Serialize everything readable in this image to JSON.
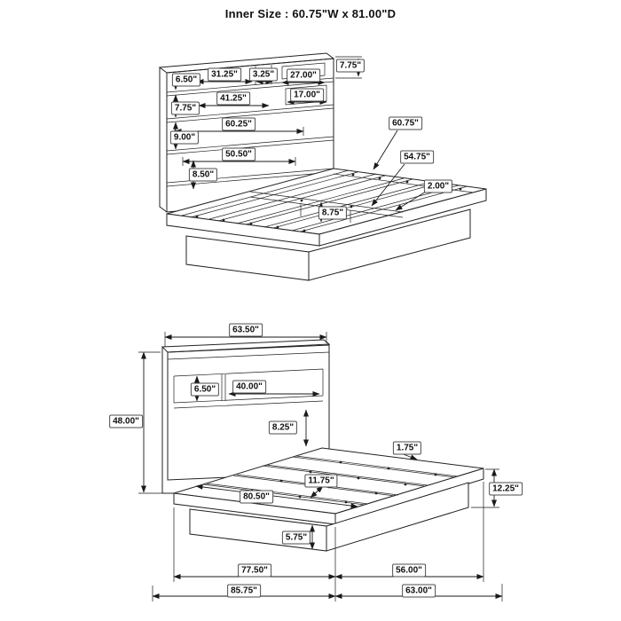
{
  "title": "Inner Size : 60.75\"W x 81.00\"D",
  "colors": {
    "line": "#222222",
    "label_border": "#4d4d4d",
    "background": "#ffffff"
  },
  "front_view": {
    "labels": {
      "headboard_right_height": "7.75\"",
      "top_shelf_height": "6.50\"",
      "top_shelf_left_width": "31.25\"",
      "top_shelf_divider": "3.25\"",
      "top_shelf_right_width": "27.00\"",
      "second_board_width": "41.25\"",
      "right_cubby_width": "17.00\"",
      "second_board_height": "7.75\"",
      "third_board_height": "9.00\"",
      "third_board_width": "60.25\"",
      "lower_panel_width": "50.50\"",
      "lower_panel_height": "8.50\"",
      "inner_width_callout": "60.75\"",
      "slat_length_callout": "54.75\"",
      "rail_thickness": "2.00\"",
      "slat_spacing": "8.75\""
    }
  },
  "side_view": {
    "labels": {
      "headboard_width": "63.50\"",
      "headboard_height": "48.00\"",
      "shelf_opening_height": "6.50\"",
      "shelf_opening_width": "40.00\"",
      "shelf_to_platform": "8.25\"",
      "rail_lip_height": "1.75\"",
      "slat_spacing": "11.75\"",
      "slat_length": "80.50\"",
      "platform_height": "12.25\"",
      "base_height": "5.75\"",
      "platform_depth": "77.50\"",
      "footboard_width": "56.00\"",
      "overall_depth": "85.75\"",
      "overall_width": "63.00\""
    }
  }
}
